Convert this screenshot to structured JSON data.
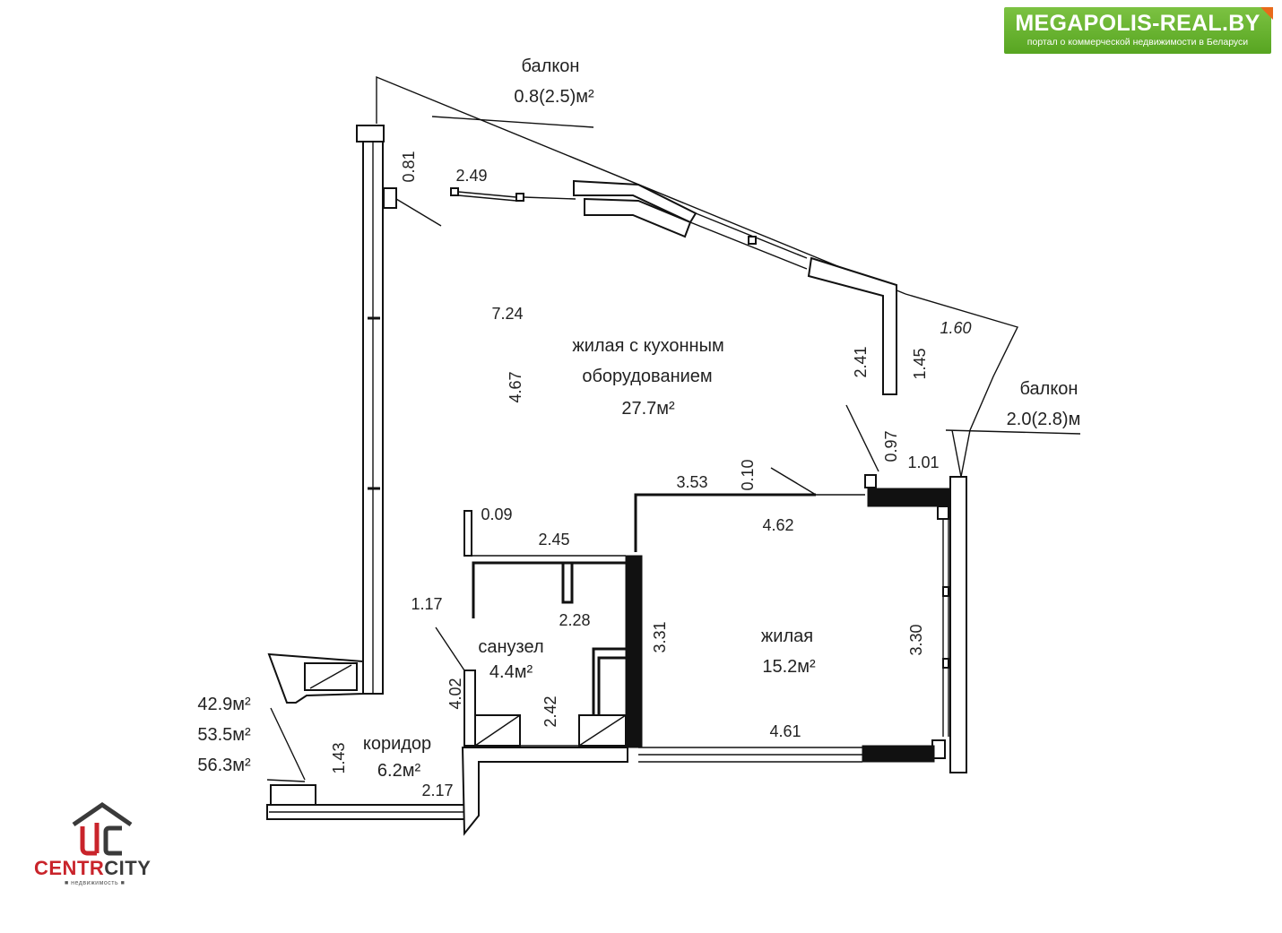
{
  "brand": {
    "site_title": "MEGAPOLIS-REAL.BY",
    "site_subtitle": "портал о коммерческой недвижимости в Беларуси",
    "logo_name_part1": "CENTR",
    "logo_name_part2": "CITY",
    "logo_tagline": "■ недвижимость ■",
    "accent_green": "#6ab534",
    "accent_red": "#c9242b"
  },
  "rooms": {
    "living_kitchen_line1": "жилая с кухонным",
    "living_kitchen_line2": "оборудованием",
    "living_kitchen_area": "27.7м²",
    "bedroom_name": "жилая",
    "bedroom_area": "15.2м²",
    "bathroom_name": "санузел",
    "bathroom_area": "4.4м²",
    "corridor_name": "коридор",
    "corridor_area": "6.2м²",
    "balcony_top_name": "балкон",
    "balcony_top_area": "0.8(2.5)м²",
    "balcony_right_name": "балкон",
    "balcony_right_area": "2.0(2.8)м"
  },
  "totals": [
    "42.9м²",
    "53.5м²",
    "56.3м²"
  ],
  "dimensions": {
    "d081": "0.81",
    "d249": "2.49",
    "d724": "7.24",
    "d467": "4.67",
    "d241": "2.41",
    "d145": "1.45",
    "d160": "1.60",
    "d097": "0.97",
    "d101": "1.01",
    "d353": "3.53",
    "d010": "0.10",
    "d462": "4.62",
    "d009": "0.09",
    "d245": "2.45",
    "d117": "1.17",
    "d228": "2.28",
    "d331": "3.31",
    "d330": "3.30",
    "d402": "4.02",
    "d242": "2.42",
    "d461": "4.61",
    "d143": "1.43",
    "d217": "2.17"
  }
}
